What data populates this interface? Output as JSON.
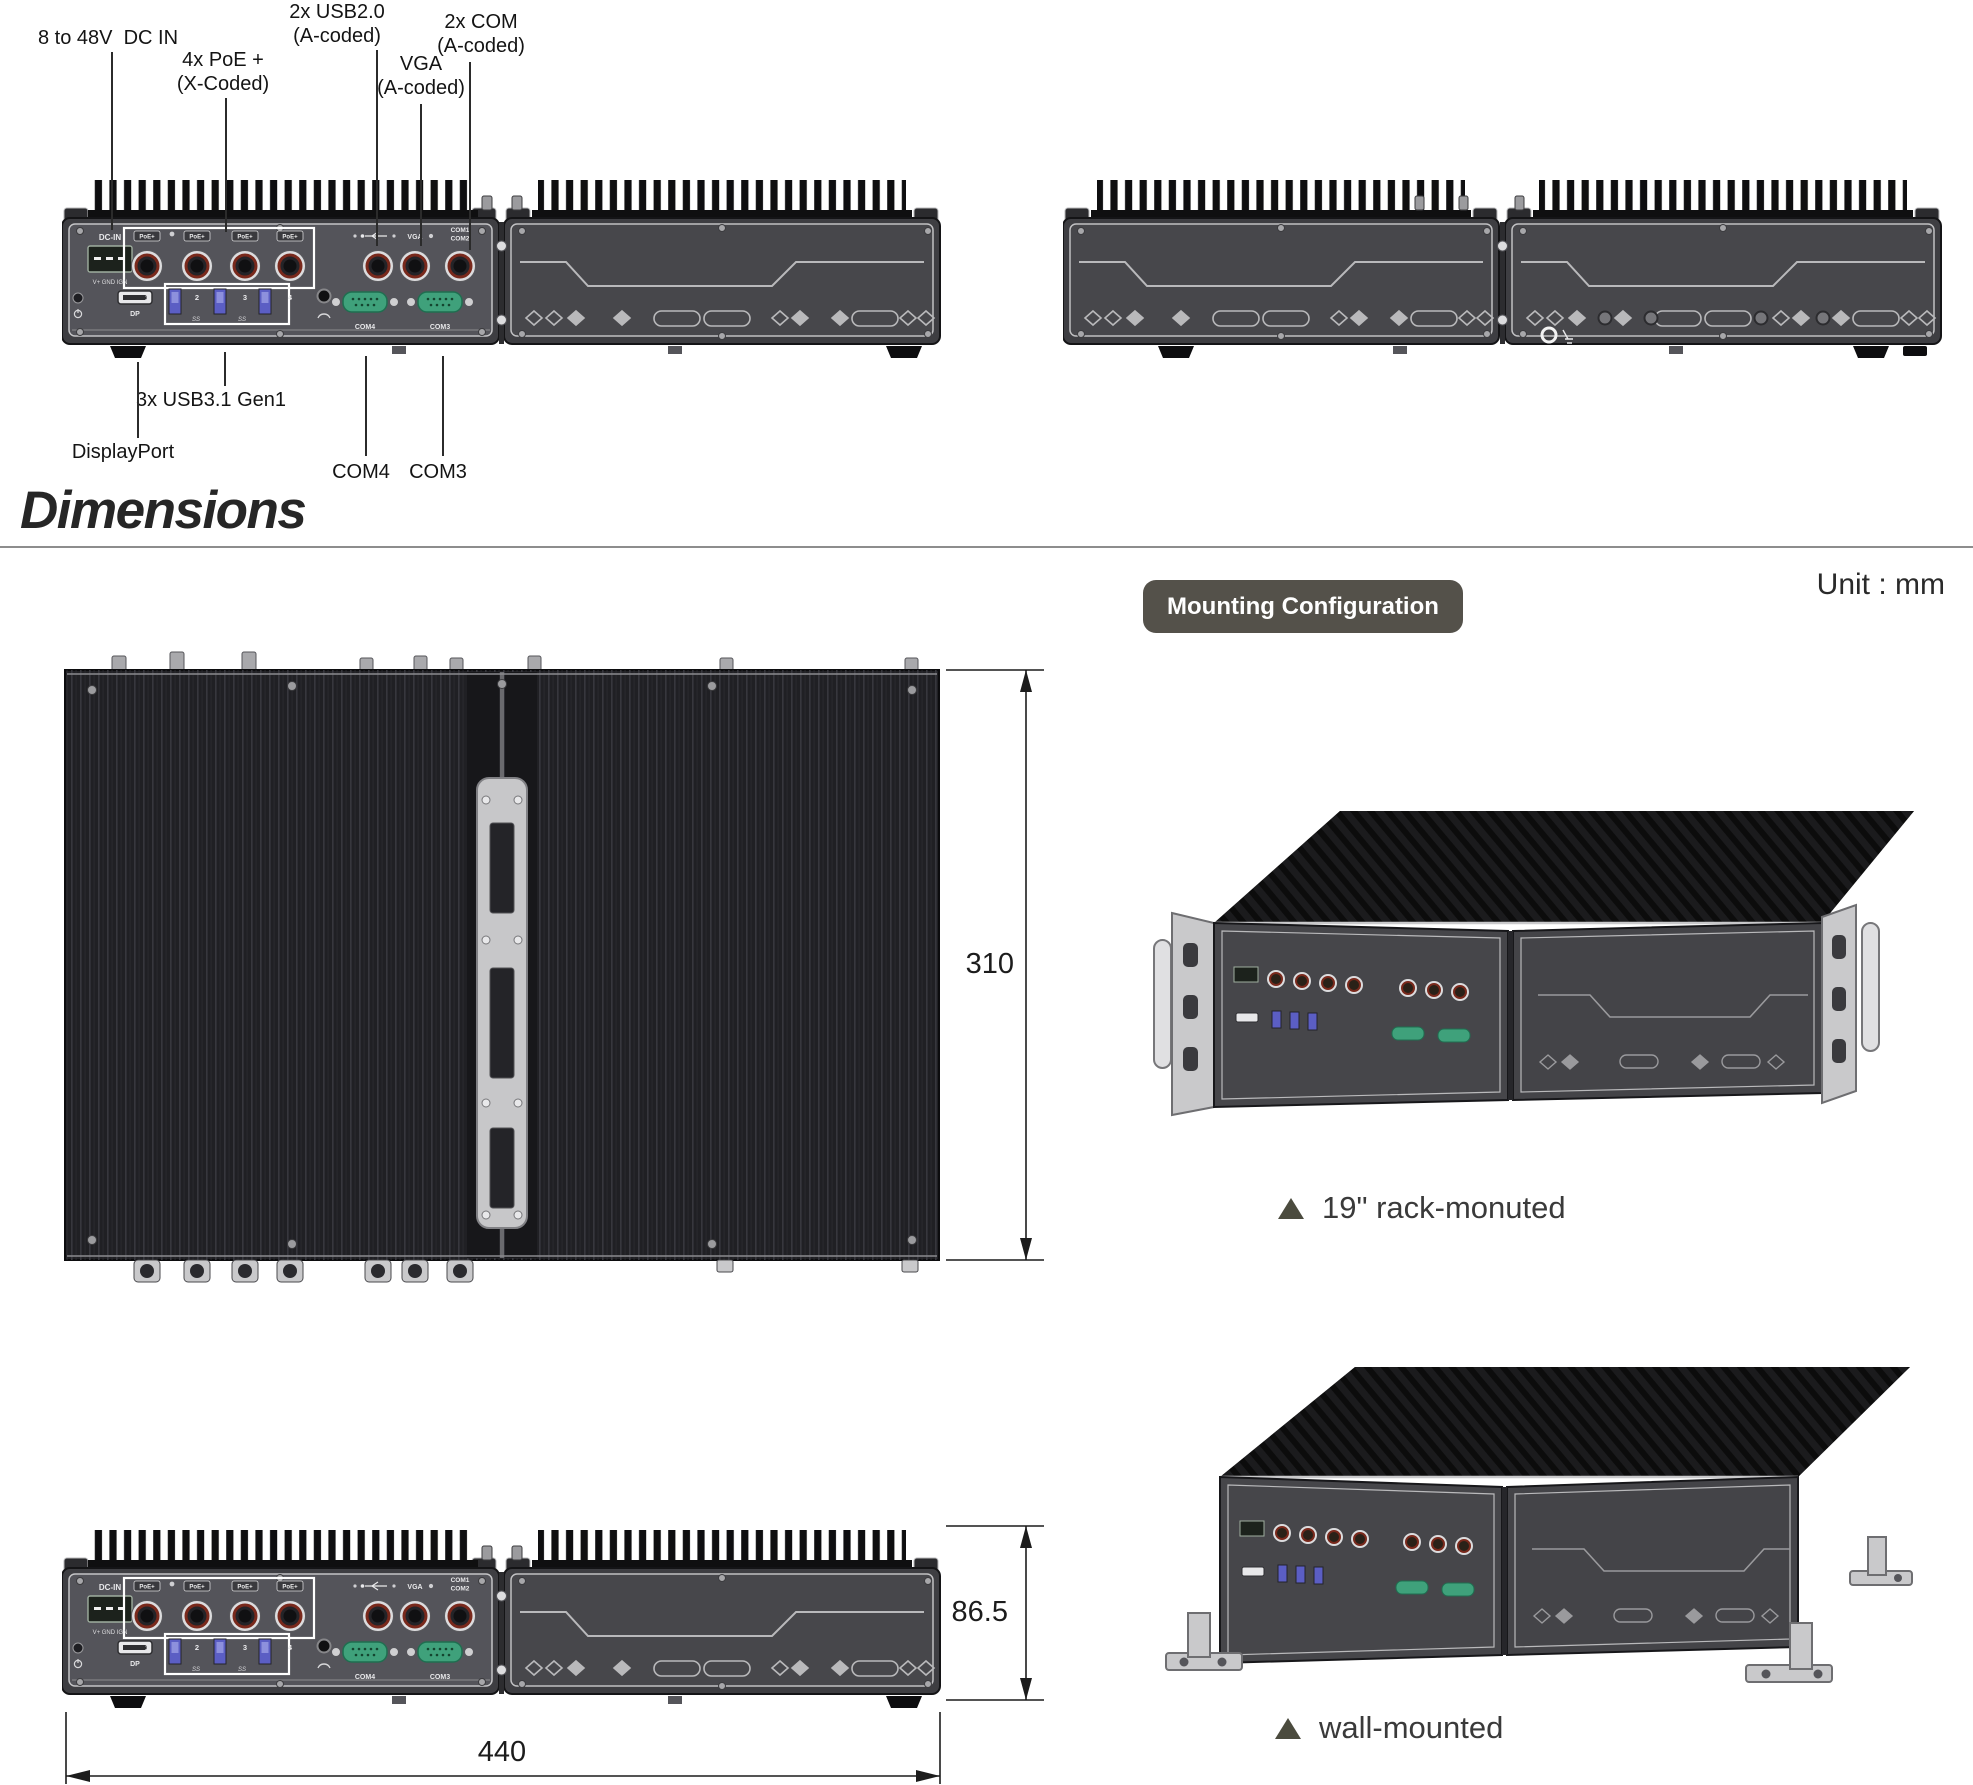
{
  "figure_callouts": {
    "dc_in": "8 to 48V  DC IN",
    "poe_line1": "4x PoE +",
    "poe_line2": "(X-Coded)",
    "usb2_line1": "2x USB2.0",
    "usb2_line2": "(A-coded)",
    "vga_line1": "VGA",
    "vga_line2": "(A-coded)",
    "com_line1": "2x COM",
    "com_line2": "(A-coded)",
    "usb3": "3x USB3.1 Gen1",
    "displayport": "DisplayPort",
    "com4": "COM4",
    "com3": "COM3"
  },
  "panel": {
    "dc_in": "DC-IN",
    "terminal": "V+ GND IGN",
    "poe": "PoE+",
    "ports": [
      "1",
      "2",
      "3",
      "4"
    ],
    "dp": "DP",
    "ss": "SS",
    "vga": "VGA",
    "com1": "COM1",
    "com2": "COM2",
    "com4": "COM4",
    "com3": "COM3"
  },
  "section": {
    "heading": "Dimensions",
    "unit": "Unit : mm",
    "badge": "Mounting Configuration"
  },
  "dimensions": {
    "depth": "310",
    "height": "86.5",
    "width": "440"
  },
  "mounting": {
    "rack_label": "19\" rack-monuted",
    "wall_label": "wall-mounted"
  },
  "colors": {
    "badge_bg": "#54514a",
    "body_gray": "#3e3e42",
    "panel_gray": "#54545a",
    "db9_green": "#3fa17b",
    "usb_blue": "#5b5ec4",
    "m12_ring_maroon": "#79291c",
    "plate_gray": "#c7c7c9",
    "triangle_olive": "#4b4b3e"
  }
}
